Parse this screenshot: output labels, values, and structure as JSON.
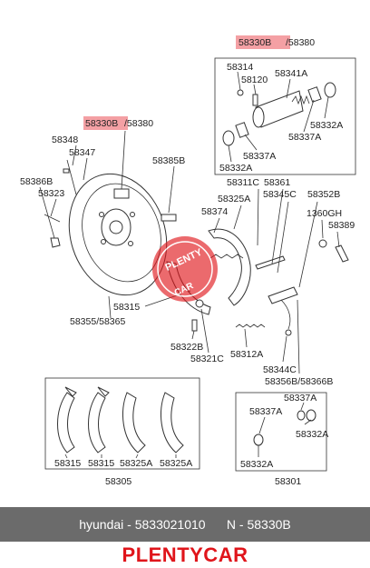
{
  "labels": {
    "top_highlight": "58330B",
    "top_code": "/58380",
    "l58314": "58314",
    "l58120": "58120",
    "l58341A": "58341A",
    "l58332A_a": "58332A",
    "l58337A_a": "58337A",
    "l58337A_b": "58337A",
    "l58332A_b": "58332A",
    "mid_highlight": "58330B",
    "mid_code": "/58380",
    "l58348": "58348",
    "l58347": "58347",
    "l58385B": "58385B",
    "l58386B": "58386B",
    "l58323": "58323",
    "l58311C": "58311C",
    "l58361": "58361",
    "l58325A_top": "58325A",
    "l58345C": "58345C",
    "l58352B": "58352B",
    "l58374": "58374",
    "l1360GH": "1360GH",
    "l58389": "58389",
    "l58315_mid": "58315",
    "l58355_58365": "58355/58365",
    "l58322B": "58322B",
    "l58321C": "58321C",
    "l58312A": "58312A",
    "l58344C": "58344C",
    "l58356B_58366B": "58356B/58366B",
    "kit_l58315a": "58315",
    "kit_l58315b": "58315",
    "kit_l58325Aa": "58325A",
    "kit_l58325Ab": "58325A",
    "kit_total": "58305",
    "rk_l58337A_a": "58337A",
    "rk_l58337A_b": "58337A",
    "rk_l58332A_a": "58332A",
    "rk_l58332A_b": "58332A",
    "rk_total": "58301"
  },
  "watermark": {
    "line1": "PLENTY",
    "line2": "CAR"
  },
  "info": "hyundai - 5833021010      N - 58330B",
  "brand": "PLENTYCAR",
  "colors": {
    "highlight": "#f4a0a4",
    "brand_red": "#e0151b",
    "bar": "#6b6b6b"
  }
}
